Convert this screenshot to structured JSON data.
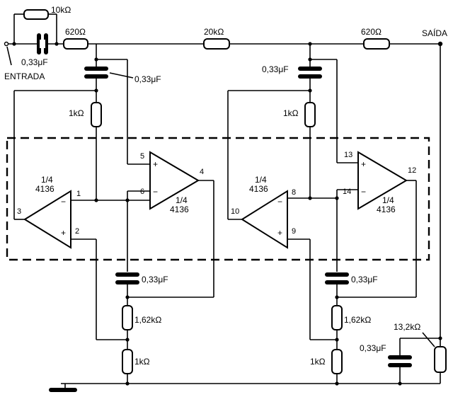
{
  "labels": {
    "input": "ENTRADA",
    "output": "SAÍDA",
    "r_feedback_in": "10kΩ",
    "c_in": "0,33μF",
    "r_in": "620Ω",
    "r_mid": "20kΩ",
    "r_out": "620Ω",
    "c_stage1_top": "0,33μF",
    "c_stage2_top": "0,33μF",
    "r_stage1_1k": "1kΩ",
    "r_stage2_1k": "1kΩ",
    "c_stage1_bottom": "0,33μF",
    "c_stage2_bottom": "0,33μF",
    "r_stage1_162": "1,62kΩ",
    "r_stage2_162": "1,62kΩ",
    "r_stage1_gnd": "1kΩ",
    "r_stage2_gnd": "1kΩ",
    "c_out_filter": "0,33μF",
    "r_out_filter": "13,2kΩ"
  },
  "opamps": [
    {
      "fraction": "1/4",
      "part": "4136"
    },
    {
      "fraction": "1/4",
      "part": "4136"
    },
    {
      "fraction": "1/4",
      "part": "4136"
    },
    {
      "fraction": "1/4",
      "part": "4136"
    }
  ],
  "pins": {
    "p1": "1",
    "p2": "2",
    "p3": "3",
    "p4": "4",
    "p5": "5",
    "p6": "6",
    "p8": "8",
    "p9": "9",
    "p10": "10",
    "p12": "12",
    "p13": "13",
    "p14": "14"
  },
  "signs": {
    "plus": "+",
    "minus": "−"
  }
}
